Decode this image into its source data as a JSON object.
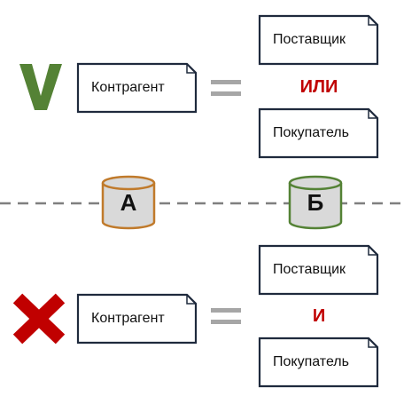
{
  "top_row": {
    "status_icon": "check-v-icon",
    "status_color": "#548235",
    "left_label": "Контрагент",
    "right_top_label": "Поставщик",
    "connector": "ИЛИ",
    "right_bottom_label": "Покупатель"
  },
  "databases": [
    {
      "label": "А",
      "color": "#c07a2b"
    },
    {
      "label": "Б",
      "color": "#548235"
    }
  ],
  "bottom_row": {
    "status_icon": "cross-x-icon",
    "status_color": "#c00000",
    "left_label": "Контрагент",
    "right_top_label": "Поставщик",
    "connector": "И",
    "right_bottom_label": "Покупатель"
  },
  "colors": {
    "connector": "#c00000",
    "equals": "#a6a6a6",
    "divider": "#7f7f7f"
  }
}
